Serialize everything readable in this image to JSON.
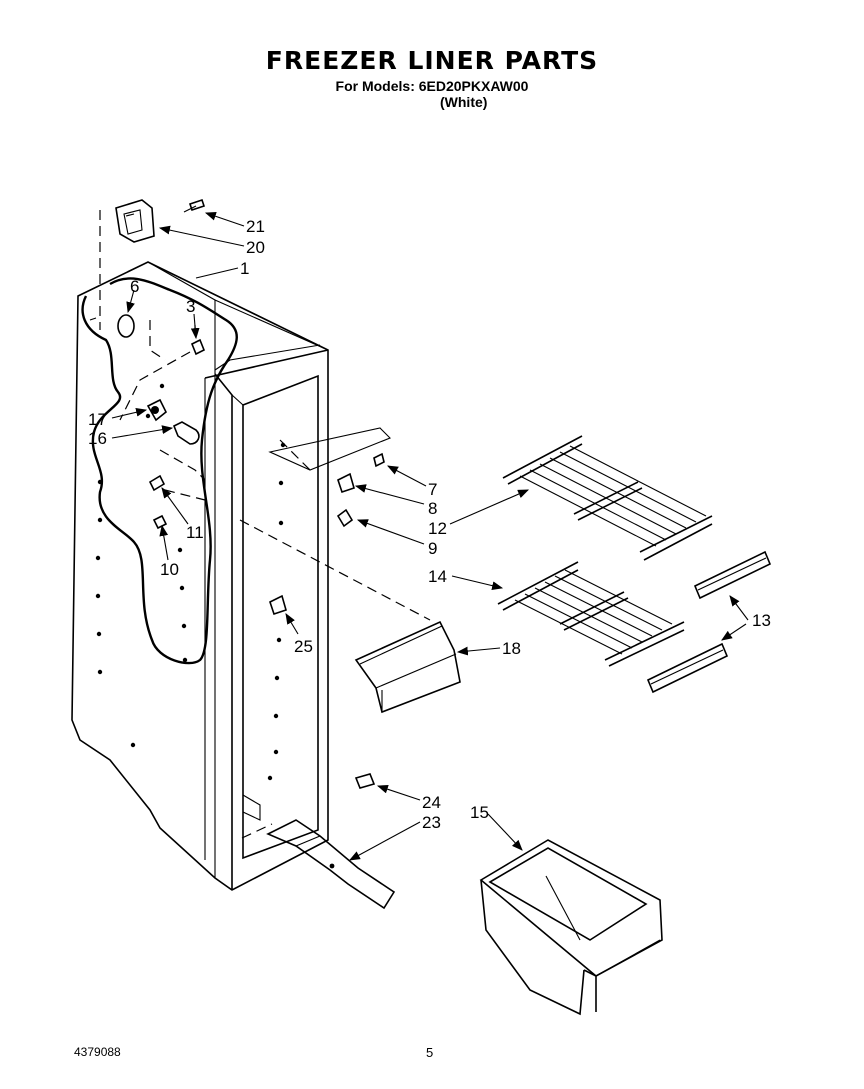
{
  "header": {
    "title": "FREEZER LINER PARTS",
    "models": "For Models: 6ED20PKXAW00",
    "color": "(White)"
  },
  "footer": {
    "document_number": "4379088",
    "page_number": "5"
  },
  "callouts": {
    "c1": "1",
    "c3": "3",
    "c6": "6",
    "c7": "7",
    "c8": "8",
    "c9": "9",
    "c10": "10",
    "c11": "11",
    "c12": "12",
    "c13": "13",
    "c14": "14",
    "c15": "15",
    "c16": "16",
    "c17": "17",
    "c18": "18",
    "c20": "20",
    "c21": "21",
    "c23": "23",
    "c24": "24",
    "c25": "25"
  }
}
